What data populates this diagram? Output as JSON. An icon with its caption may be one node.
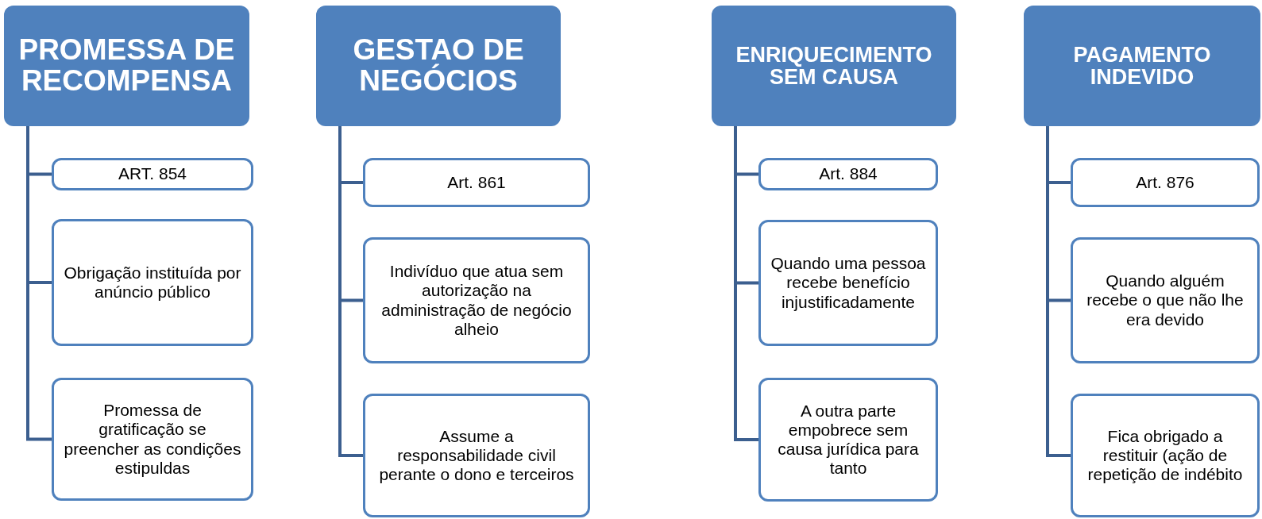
{
  "diagram": {
    "nodes": [
      {
        "text": [
          "PROMESSA DE RECOMPENSA"
        ]
      },
      {
        "text": [
          "ART. 854"
        ]
      },
      {
        "text": [
          "Obrigação instituída por anúncio público"
        ]
      },
      {
        "text": [
          "Promessa de gratificação se preencher as condições estipuldas"
        ]
      },
      {
        "text": [
          "GESTAO DE NEGÓCIOS"
        ]
      },
      {
        "text": [
          "Art. 861"
        ]
      },
      {
        "text": [
          "Indivíduo que atua sem autorização na administração de negócio alheio"
        ]
      },
      {
        "text": [
          "Assume a responsabilidade civil perante o dono e terceiros"
        ]
      },
      {
        "text": [
          "ENRIQUECIMENTO SEM CAUSA"
        ]
      },
      {
        "text": [
          "Art. 884"
        ]
      },
      {
        "text": [
          "Quando uma pessoa recebe benefício injustificadamente"
        ]
      },
      {
        "text": [
          "A outra parte empobrece sem causa jurídica para tanto"
        ]
      },
      {
        "text": [
          "PAGAMENTO INDEVIDO"
        ]
      },
      {
        "text": [
          "Art. 876"
        ]
      },
      {
        "text": [
          "Quando alguém recebe o que não lhe era devido"
        ]
      },
      {
        "text": [
          "Fica obrigado a restituir (ação de repetição de indébito"
        ]
      }
    ],
    "edges": [
      {
        "from": 0,
        "to": 1,
        "arrow": "none"
      },
      {
        "from": 0,
        "to": 2,
        "arrow": "none"
      },
      {
        "from": 0,
        "to": 3,
        "arrow": "none"
      },
      {
        "from": 4,
        "to": 5,
        "arrow": "none"
      },
      {
        "from": 4,
        "to": 6,
        "arrow": "none"
      },
      {
        "from": 4,
        "to": 7,
        "arrow": "none"
      },
      {
        "from": 8,
        "to": 9,
        "arrow": "none"
      },
      {
        "from": 8,
        "to": 10,
        "arrow": "none"
      },
      {
        "from": 8,
        "to": 11,
        "arrow": "none"
      },
      {
        "from": 12,
        "to": 13,
        "arrow": "none"
      },
      {
        "from": 12,
        "to": 14,
        "arrow": "none"
      },
      {
        "from": 12,
        "to": 15,
        "arrow": "none"
      }
    ]
  }
}
